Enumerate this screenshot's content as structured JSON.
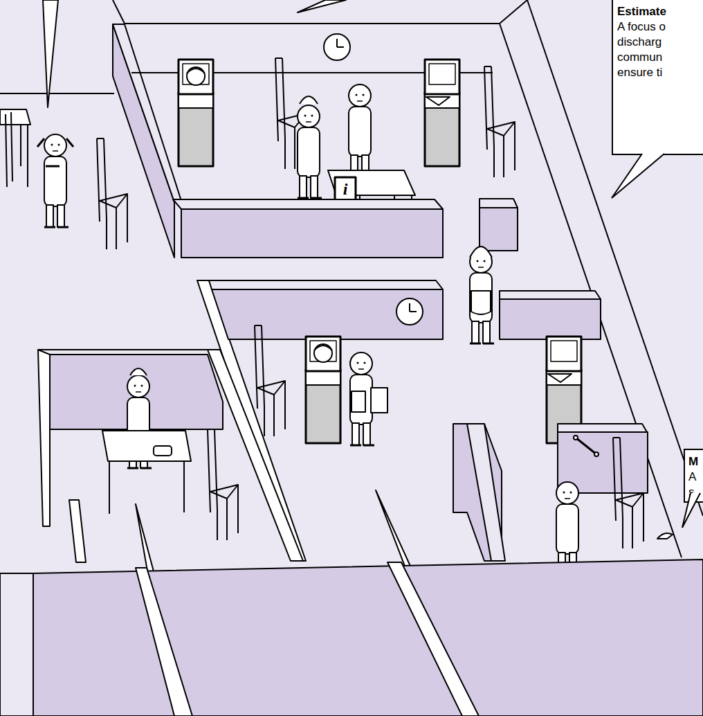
{
  "diagram": {
    "nodes": [
      {
        "text": [
          "Estimate",
          "A focus o discharg commun ensure ti"
        ]
      },
      {
        "text": [
          "M",
          "A s"
        ]
      }
    ],
    "labels": [
      "i"
    ]
  }
}
